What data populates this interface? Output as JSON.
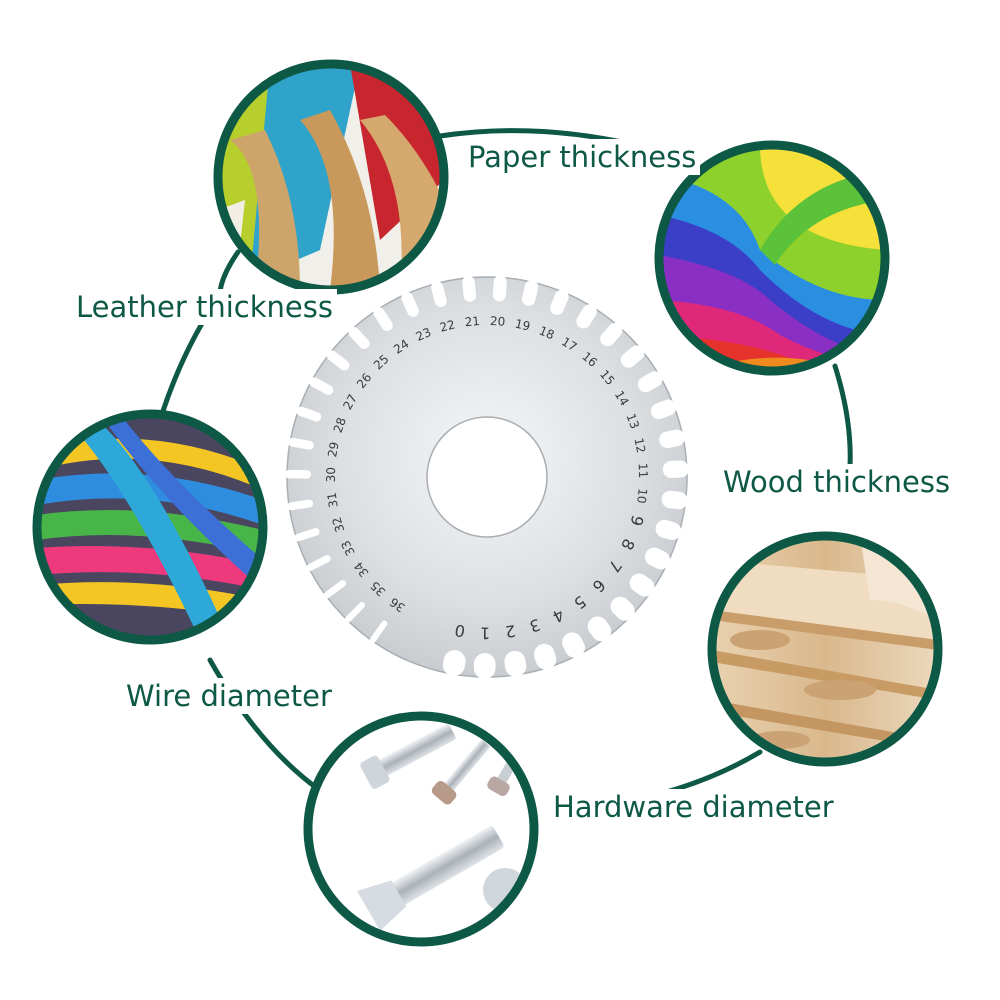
{
  "colors": {
    "accent": "#0e5846",
    "ring": "#0e5846",
    "gauge_metal": "#d9dcdf",
    "gauge_text": "#3a3a3a"
  },
  "labels": {
    "leather": "Leather thickness",
    "paper": "Paper thickness",
    "wood": "Wood thickness",
    "wire": "Wire diameter",
    "hardware": "Hardware diameter"
  },
  "gauge": {
    "numbers": [
      "0",
      "1",
      "2",
      "3",
      "4",
      "5",
      "6",
      "7",
      "8",
      "9",
      "10",
      "11",
      "12",
      "13",
      "14",
      "15",
      "16",
      "17",
      "18",
      "19",
      "20",
      "21",
      "22",
      "23",
      "24",
      "25",
      "26",
      "27",
      "28",
      "29",
      "30",
      "31",
      "32",
      "33",
      "34",
      "35",
      "36"
    ]
  },
  "photos": [
    {
      "id": "leather",
      "subject": "leather-swatches"
    },
    {
      "id": "paper",
      "subject": "colorful-paper-fan"
    },
    {
      "id": "wood",
      "subject": "plywood-boards"
    },
    {
      "id": "wire",
      "subject": "colored-cables"
    },
    {
      "id": "hardware",
      "subject": "screws-and-bolts"
    }
  ]
}
